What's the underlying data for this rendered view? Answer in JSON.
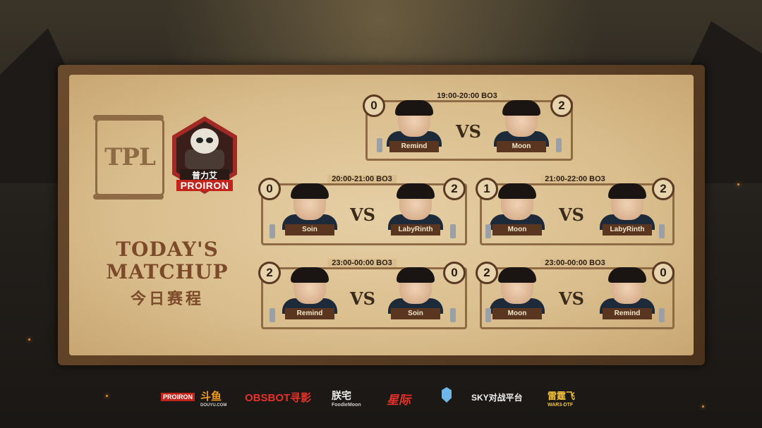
{
  "header": {
    "title_line1": "TODAY'S",
    "title_line2": "MATCHUP",
    "title_cn": "今日赛程"
  },
  "logos": {
    "tpl": "TPL",
    "sponsor_cn": "普力艾",
    "sponsor_en": "PROIRON"
  },
  "matches": [
    {
      "time": "19:00-20:00  BO3",
      "left_score": "0",
      "right_score": "2",
      "left_player": "Remind",
      "right_player": "Moon",
      "vs": "VS"
    },
    {
      "time": "20:00-21:00  BO3",
      "left_score": "0",
      "right_score": "2",
      "left_player": "Soin",
      "right_player": "LabyRinth",
      "vs": "VS"
    },
    {
      "time": "21:00-22:00  BO3",
      "left_score": "1",
      "right_score": "2",
      "left_player": "Moon",
      "right_player": "LabyRinth",
      "vs": "VS"
    },
    {
      "time": "23:00-00:00  BO3",
      "left_score": "2",
      "right_score": "0",
      "left_player": "Remind",
      "right_player": "Soin",
      "vs": "VS"
    },
    {
      "time": "23:00-00:00  BO3",
      "left_score": "2",
      "right_score": "0",
      "left_player": "Moon",
      "right_player": "Remind",
      "vs": "VS"
    }
  ],
  "footer": {
    "sponsor_logo": "PROIRON",
    "douyu": "斗鱼",
    "douyu_sub": "DOUYU.COM",
    "obsbot": "OBSBOT寻影",
    "foodiemoon": "朕宅",
    "foodiemoon_sub": "FoodieMoon",
    "xingji": "星际",
    "sky": "SKY对战平台",
    "leitingfei": "雷霆飞",
    "leitingfei_sub": "WAR3-DTF"
  }
}
